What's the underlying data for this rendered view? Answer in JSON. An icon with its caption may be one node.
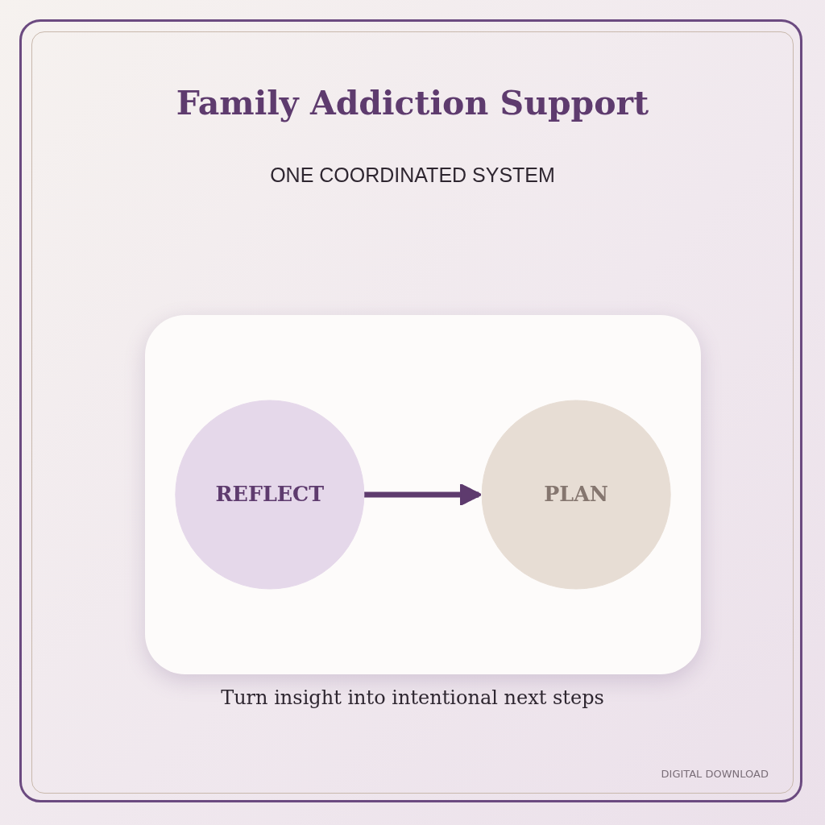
{
  "diagram": {
    "title": "Family Addiction Support",
    "nodes": [
      {
        "text": [
          "REFLECT"
        ]
      },
      {
        "text": [
          "PLAN"
        ]
      }
    ],
    "edges": [
      {
        "from": 0,
        "to": 1,
        "arrow": "to"
      }
    ],
    "labels": [
      "ONE COORDINATED SYSTEM",
      "DIGITAL DOWNLOAD"
    ],
    "caption": "Turn insight into intentional next steps"
  }
}
